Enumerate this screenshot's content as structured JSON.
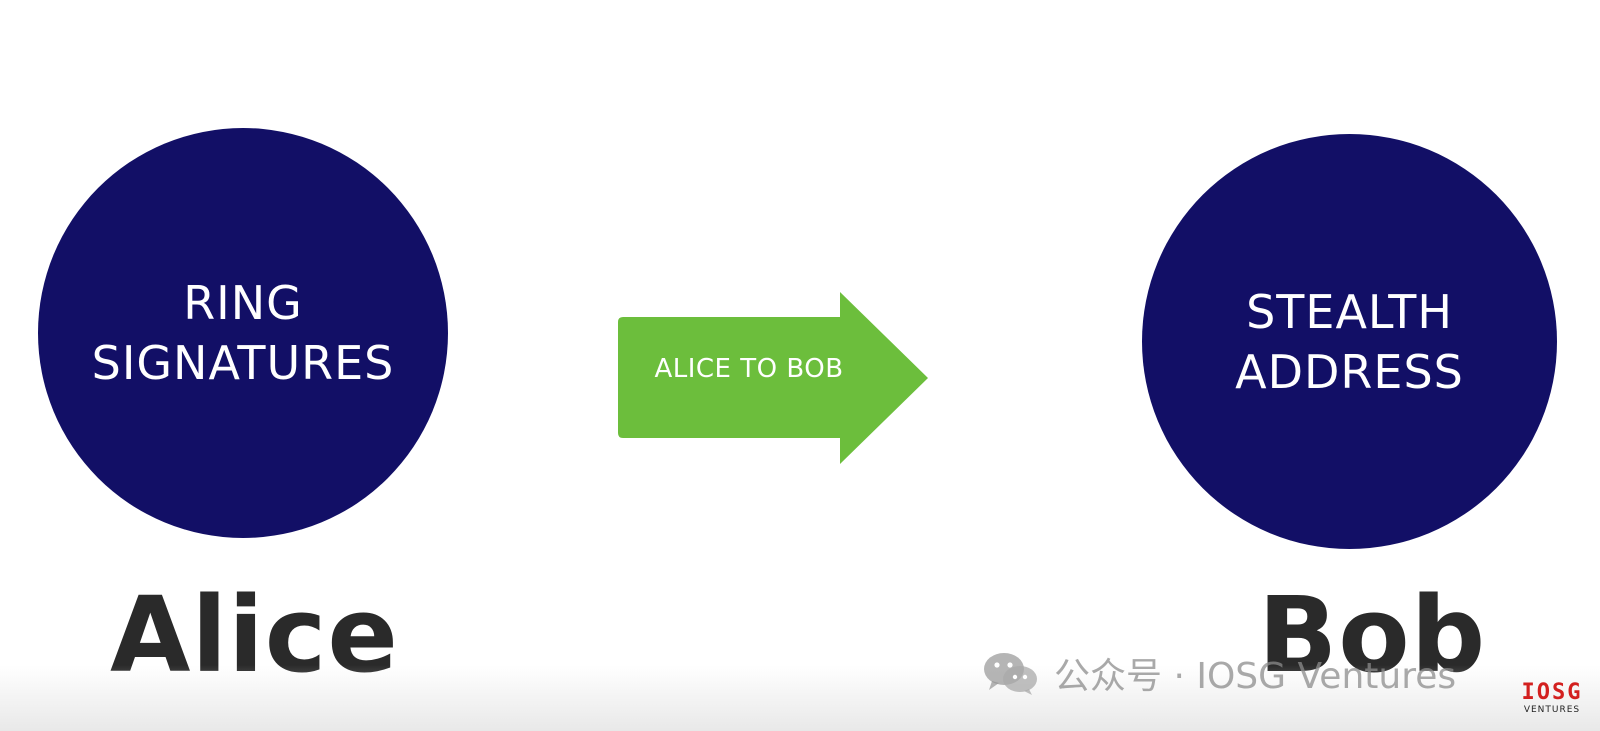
{
  "colors": {
    "circle_fill": "#120f66",
    "arrow_fill": "#6cbe3c",
    "name_text": "#2a2a2a",
    "background": "#ffffff",
    "logo_red": "#d3201f"
  },
  "left_node": {
    "circle_lines": [
      "RING",
      "SIGNATURES"
    ],
    "name": "Alice"
  },
  "arrow": {
    "label": "ALICE TO BOB",
    "direction": "right"
  },
  "right_node": {
    "circle_lines": [
      "STEALTH",
      "ADDRESS"
    ],
    "name": "Bob"
  },
  "watermark": {
    "icon": "wechat-icon",
    "text": "公众号 · IOSG Ventures"
  },
  "logo": {
    "main": "IOSG",
    "sub": "VENTURES"
  }
}
